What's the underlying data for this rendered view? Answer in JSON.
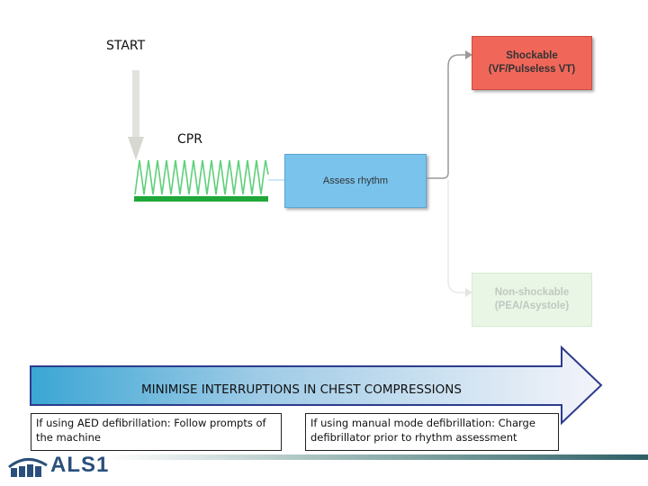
{
  "diagram": {
    "start_label": "START",
    "cpr_label": "CPR",
    "assess_label": "Assess rhythm",
    "shockable": {
      "line1": "Shockable",
      "line2": "(VF/Pulseless VT)"
    },
    "non_shockable": {
      "line1": "Non-shockable",
      "line2": "(PEA/Asystole)"
    }
  },
  "banner": {
    "text": "MINIMISE INTERRUPTIONS IN CHEST COMPRESSIONS"
  },
  "notes": {
    "aed": "If using AED defibrillation: Follow prompts of the machine",
    "manual": "If using manual mode defibrillation: Charge defibrillator prior to rhythm assessment"
  },
  "footer": {
    "logo_text": "ALS1"
  },
  "colors": {
    "shockable": "#f0675a",
    "assess": "#79c3ec",
    "non_shockable": "#e9f6e5",
    "cpr_wave": "#5fd07a",
    "cpr_bar": "#1fa83a",
    "banner_start": "#3aa6d4",
    "banner_end": "#f4f4fa"
  }
}
